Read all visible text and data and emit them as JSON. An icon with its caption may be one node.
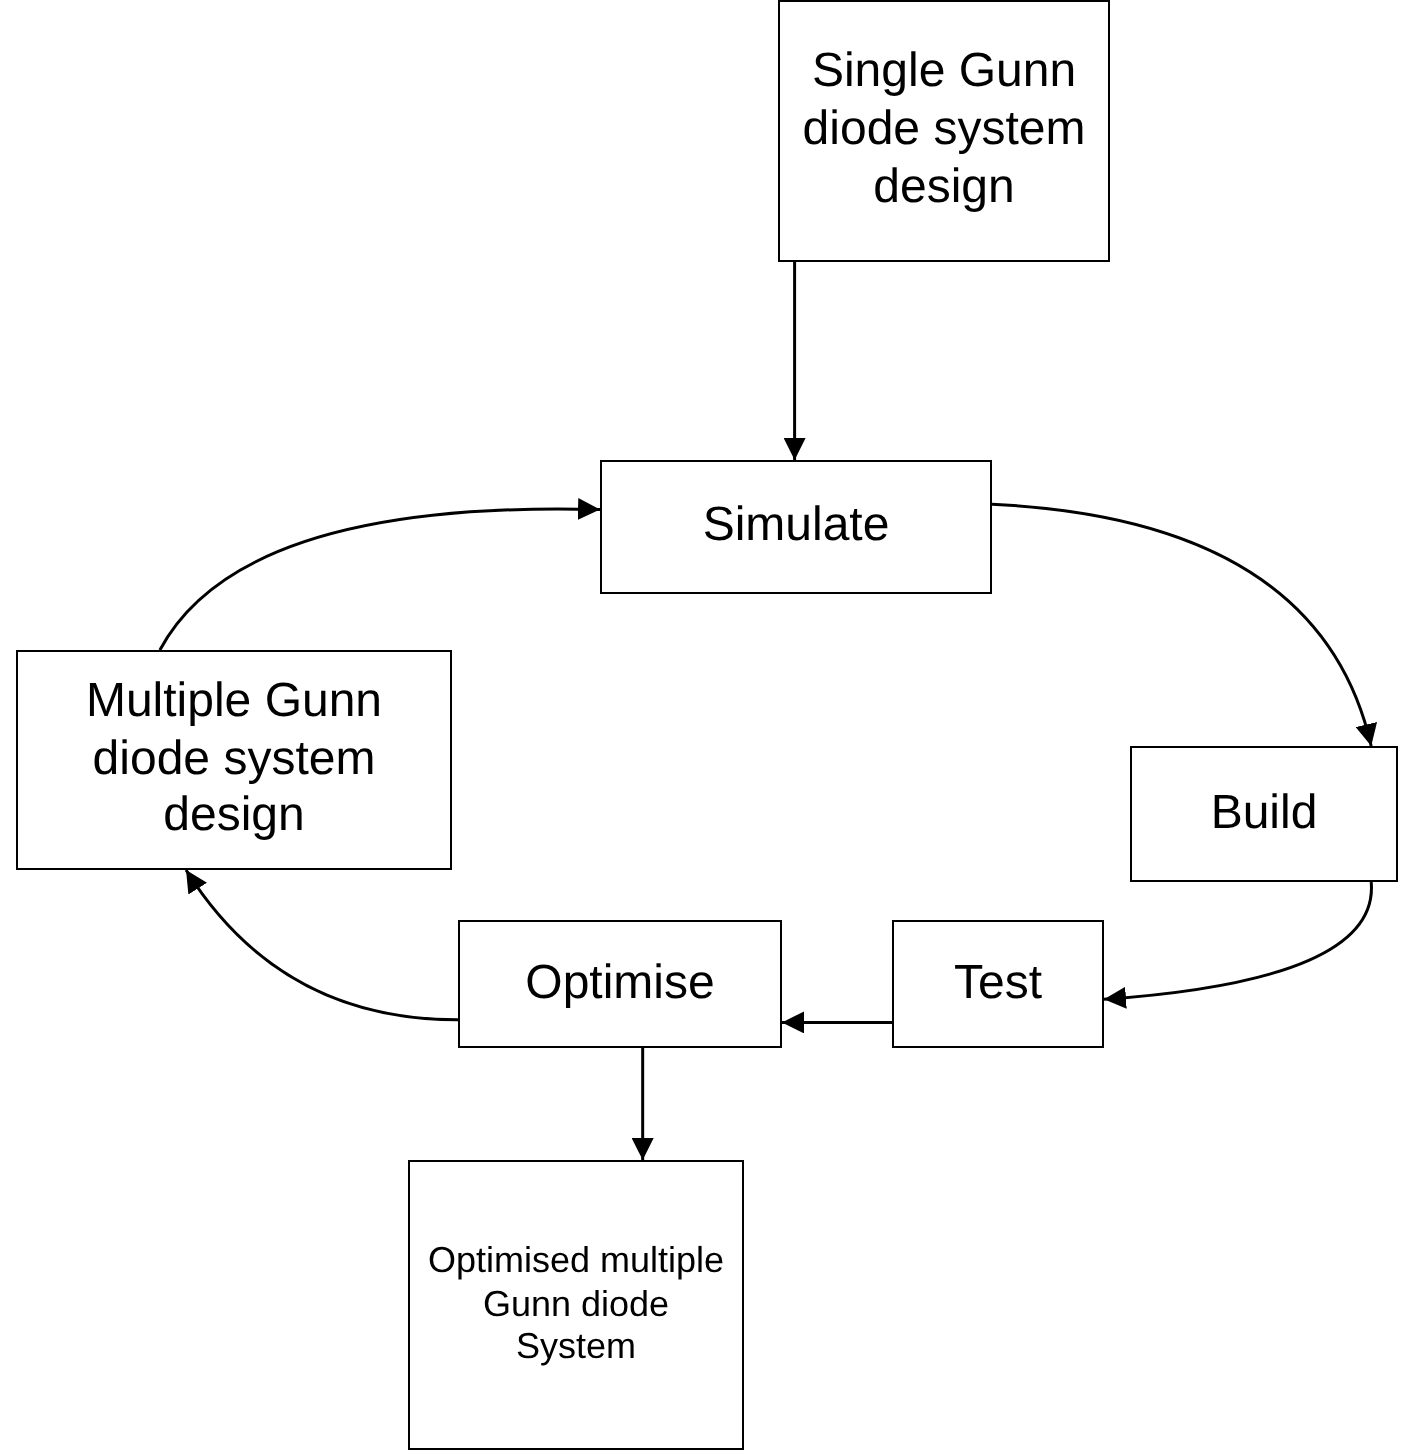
{
  "diagram": {
    "nodes": [
      {
        "text": [
          "Single Gunn diode system design"
        ]
      },
      {
        "text": [
          "Simulate"
        ]
      },
      {
        "text": [
          "Multiple Gunn diode system design"
        ]
      },
      {
        "text": [
          "Build"
        ]
      },
      {
        "text": [
          "Test"
        ]
      },
      {
        "text": [
          "Optimise"
        ]
      },
      {
        "text": [
          "Optimised multiple Gunn diode System"
        ]
      }
    ],
    "edges": [
      {
        "from": 0,
        "to": 1,
        "arrow": "to"
      },
      {
        "from": 1,
        "to": 3,
        "arrow": "to"
      },
      {
        "from": 3,
        "to": 4,
        "arrow": "to"
      },
      {
        "from": 4,
        "to": 5,
        "arrow": "to"
      },
      {
        "from": 5,
        "to": 6,
        "arrow": "to"
      },
      {
        "from": 5,
        "to": 2,
        "arrow": "to"
      },
      {
        "from": 2,
        "to": 1,
        "arrow": "to"
      }
    ]
  }
}
